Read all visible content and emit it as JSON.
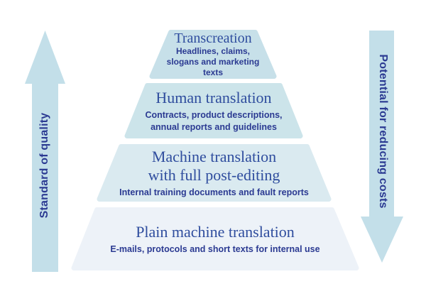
{
  "page": {
    "background": "#ffffff"
  },
  "colors": {
    "arrow_fill": "#c3dfe9",
    "title_text": "#2f4d9e",
    "body_text": "#2b3a92"
  },
  "left_arrow": {
    "label": "Standard of quality",
    "direction": "up"
  },
  "right_arrow": {
    "label": "Potential for reducing costs",
    "direction": "down"
  },
  "pyramid": {
    "levels": [
      {
        "title_lines": [
          "Transcreation"
        ],
        "subtitle_lines": [
          "Headlines, claims,",
          "slogans and marketing",
          "texts"
        ],
        "fill": "#c7e0e9"
      },
      {
        "title_lines": [
          "Human translation"
        ],
        "subtitle_lines": [
          "Contracts, product descriptions,",
          "annual reports and guidelines"
        ],
        "fill": "#cce4ea"
      },
      {
        "title_lines": [
          "Machine translation",
          "with full post-editing"
        ],
        "subtitle_lines": [
          "Internal training documents and fault reports"
        ],
        "fill": "#daeaf0"
      },
      {
        "title_lines": [
          "Plain machine translation"
        ],
        "subtitle_lines": [
          "E-mails, protocols and short texts for internal use"
        ],
        "fill": "#edf2f8"
      }
    ]
  }
}
